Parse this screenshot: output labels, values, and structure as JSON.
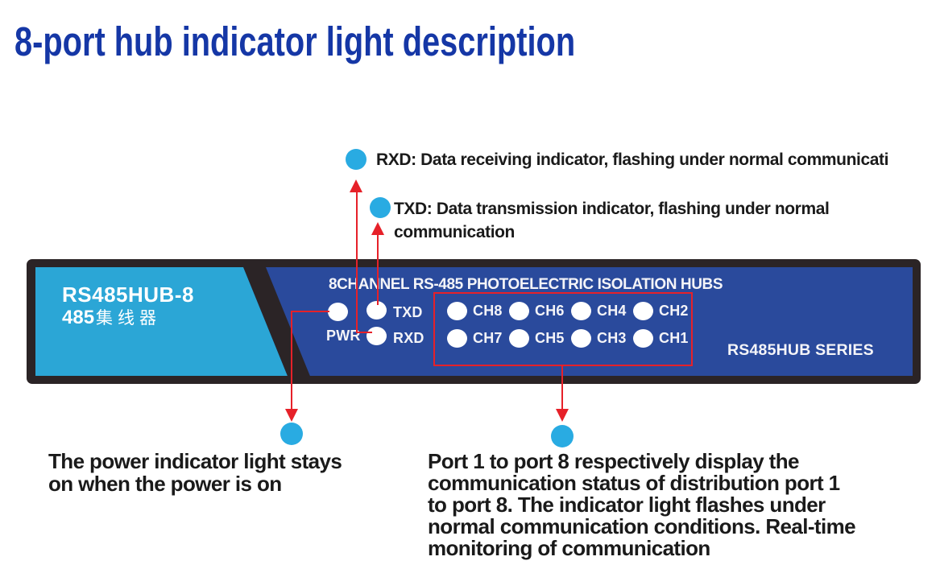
{
  "title": "8-port hub indicator light description",
  "annotations": {
    "rxd": {
      "text": "RXD: Data receiving indicator, flashing under normal communicati"
    },
    "txd": {
      "lines": [
        "TXD: Data transmission indicator, flashing under normal",
        "communication"
      ]
    },
    "power": {
      "lines": [
        "The power indicator light stays",
        "on when the power is on"
      ]
    },
    "ports": {
      "lines": [
        "Port 1 to port 8 respectively display the",
        "communication status of distribution port 1",
        "to port 8. The indicator light flashes under",
        "normal communication conditions. Real-time",
        "monitoring of communication"
      ]
    }
  },
  "device": {
    "brand_line1": "RS485HUB-8",
    "brand_line2_num": "485",
    "brand_line2_cn": "集线器",
    "header": "8CHANNEL RS-485 PHOTOELECTRIC ISOLATION HUBS",
    "series": "RS485HUB SERIES",
    "led_labels": {
      "pwr": "PWR",
      "txd": "TXD",
      "rxd": "RXD"
    },
    "channels_top": [
      "CH8",
      "CH6",
      "CH4",
      "CH2"
    ],
    "channels_bottom": [
      "CH7",
      "CH5",
      "CH3",
      "CH1"
    ]
  },
  "colors": {
    "title_blue": "#1537a6",
    "panel_dark_blue": "#2a4a9c",
    "panel_light_blue": "#2ba6d6",
    "frame_black": "#2b2426",
    "annotation_red": "#e62129",
    "indicator_cyan": "#29abe2",
    "led_white": "#ffffff",
    "text_black": "#1a1a1a"
  }
}
